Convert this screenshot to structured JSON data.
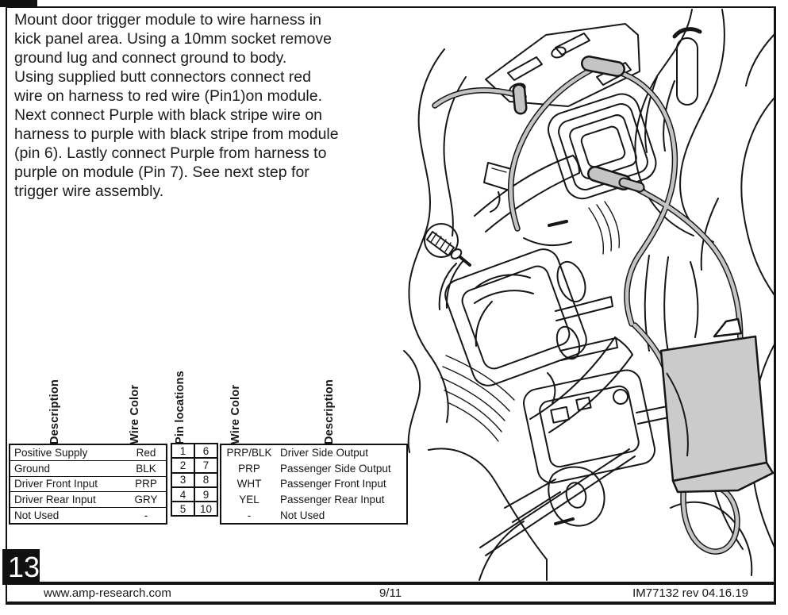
{
  "step": {
    "number": "13"
  },
  "instructions": {
    "text": "Mount door trigger module to wire harness in\nkick panel area. Using a 10mm socket remove\nground lug and connect ground to body.\nUsing supplied butt connectors connect red\nwire on harness to red wire (Pin1)on module.\nNext connect Purple with black stripe wire on\nharness to purple with black stripe from module\n(pin 6). Lastly connect Purple from harness to\npurple on module (Pin 7). See next step for\ntrigger wire assembly."
  },
  "pin_table": {
    "header_labels": [
      "Description",
      "Wire Color",
      "Pin locations",
      "Wire Color",
      "Description"
    ],
    "rows": [
      {
        "left_desc": "Positive Supply",
        "left_color": "Red",
        "pin_left": "1",
        "pin_right": "6",
        "right_color": "PRP/BLK",
        "right_desc": "Driver Side Output"
      },
      {
        "left_desc": "Ground",
        "left_color": "BLK",
        "pin_left": "2",
        "pin_right": "7",
        "right_color": "PRP",
        "right_desc": "Passenger Side Output"
      },
      {
        "left_desc": "Driver Front Input",
        "left_color": "PRP",
        "pin_left": "3",
        "pin_right": "8",
        "right_color": "WHT",
        "right_desc": "Passenger Front Input"
      },
      {
        "left_desc": "Driver Rear Input",
        "left_color": "GRY",
        "pin_left": "4",
        "pin_right": "9",
        "right_color": "YEL",
        "right_desc": "Passenger Rear Input"
      },
      {
        "left_desc": "Not Used",
        "left_color": "-",
        "pin_left": "5",
        "pin_right": "10",
        "right_color": "-",
        "right_desc": "Not Used"
      }
    ]
  },
  "footer": {
    "website": "www.amp-research.com",
    "page_indicator": "9/11",
    "document_ref": "IM77132 rev 04.16.19"
  },
  "illustration": {
    "line_color": "#161616",
    "wire_gray": "#c4c4c4",
    "module_gray": "#cbcbcb"
  }
}
